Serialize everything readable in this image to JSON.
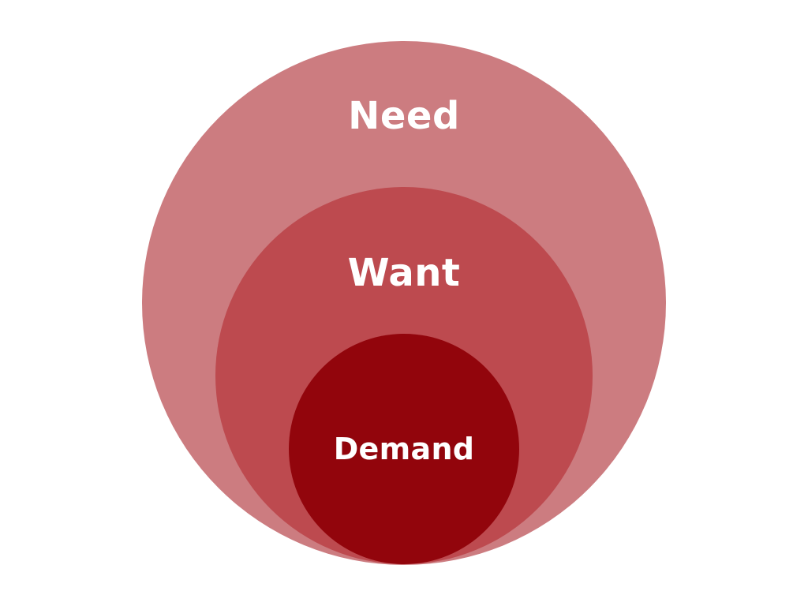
{
  "diagram": {
    "type": "nested-circles",
    "levels": [
      {
        "label": "Need",
        "color": "#cc7c80"
      },
      {
        "label": "Want",
        "color": "#bd4a4f"
      },
      {
        "label": "Demand",
        "color": "#92050c"
      }
    ]
  }
}
